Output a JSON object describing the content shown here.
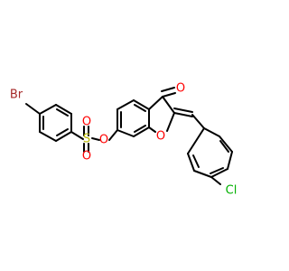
{
  "atoms": {
    "br": {
      "text": "Br",
      "color": "#A62929"
    },
    "s": {
      "text": "S",
      "color": "#B8B800"
    },
    "o_s_top": {
      "text": "O",
      "color": "#FF0000"
    },
    "o_s_bottom": {
      "text": "O",
      "color": "#FF0000"
    },
    "o_ester": {
      "text": "O",
      "color": "#FF0000"
    },
    "o_ring": {
      "text": "O",
      "color": "#FF0000"
    },
    "o_ketone": {
      "text": "O",
      "color": "#FF0000"
    },
    "cl": {
      "text": "Cl",
      "color": "#00B000"
    }
  }
}
